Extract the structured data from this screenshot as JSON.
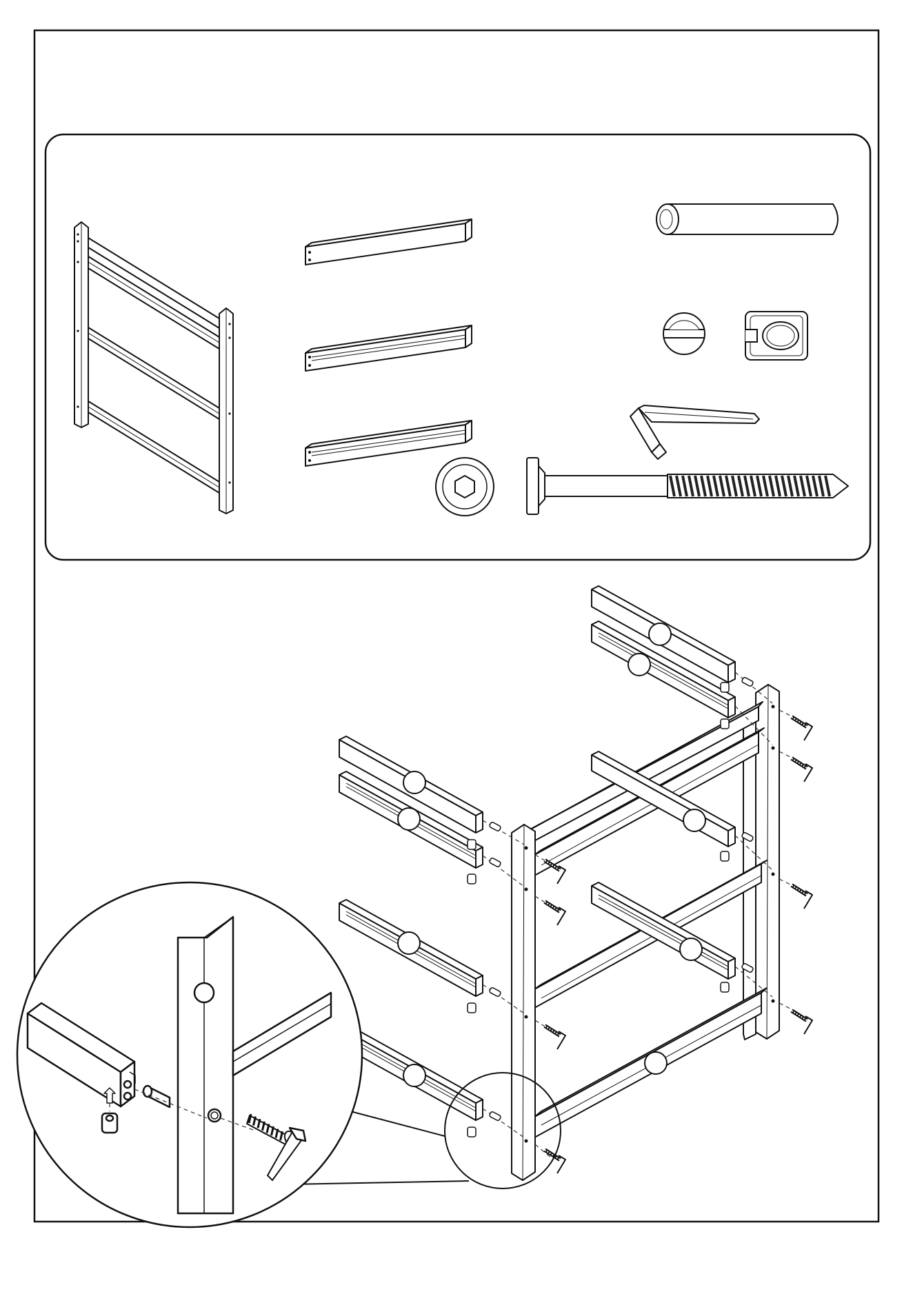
{
  "page": {
    "footer_mark": "",
    "step_number": ""
  },
  "parts_panel": {
    "parts": [
      {
        "name": "end-frame",
        "label": "",
        "qty": ""
      },
      {
        "name": "plain-rail",
        "label": "",
        "qty": ""
      },
      {
        "name": "grooved-rail-a",
        "label": "",
        "qty": ""
      },
      {
        "name": "grooved-rail-b",
        "label": "",
        "qty": ""
      },
      {
        "name": "dowel",
        "label": "",
        "qty": ""
      },
      {
        "name": "barrel-nut",
        "label": "",
        "qty": ""
      },
      {
        "name": "cam-nut",
        "label": "",
        "qty": ""
      },
      {
        "name": "allen-key",
        "label": "",
        "qty": ""
      },
      {
        "name": "bolt-head",
        "label": "",
        "qty": ""
      },
      {
        "name": "bolt",
        "label": "",
        "qty": ""
      }
    ]
  },
  "assembly": {
    "callouts": [
      {
        "name": "callout-1",
        "label": ""
      },
      {
        "name": "callout-2",
        "label": ""
      },
      {
        "name": "callout-3",
        "label": ""
      },
      {
        "name": "callout-4",
        "label": ""
      },
      {
        "name": "callout-5",
        "label": ""
      },
      {
        "name": "callout-6",
        "label": ""
      },
      {
        "name": "callout-7",
        "label": ""
      },
      {
        "name": "callout-8",
        "label": ""
      },
      {
        "name": "callout-9",
        "label": ""
      },
      {
        "name": "callout-10",
        "label": ""
      },
      {
        "name": "callout-11",
        "label": ""
      }
    ],
    "detail_callout": {
      "label": ""
    }
  },
  "colors": {
    "line": "#111111",
    "fill": "#ffffff",
    "thread": "#222222"
  }
}
